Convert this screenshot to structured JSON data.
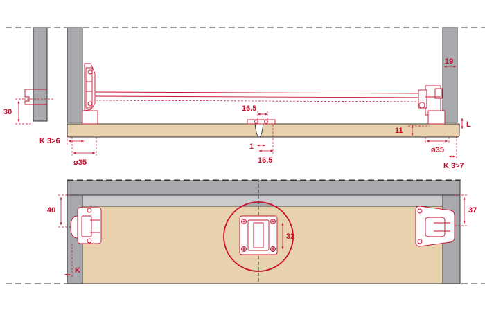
{
  "colors": {
    "wall_gray": "#a7a9ac",
    "door_wood": "#e8d2ad",
    "dimension_red": "#c8102e",
    "outline": "#333333"
  },
  "labels": {
    "dim_30": "30",
    "dim_19": "19",
    "dim_16_5_top": "16.5",
    "dim_l": "L",
    "dim_11": "11",
    "dim_k_left": "K 3>6",
    "dim_1": "1",
    "dim_16_5_bottom": "16.5",
    "dim_dia35_left": "ø35",
    "dim_dia35_right": "ø35",
    "dim_k_right": "K 3>7",
    "dim_40": "40",
    "dim_37": "37",
    "dim_32": "32",
    "dim_k_front": "K"
  }
}
